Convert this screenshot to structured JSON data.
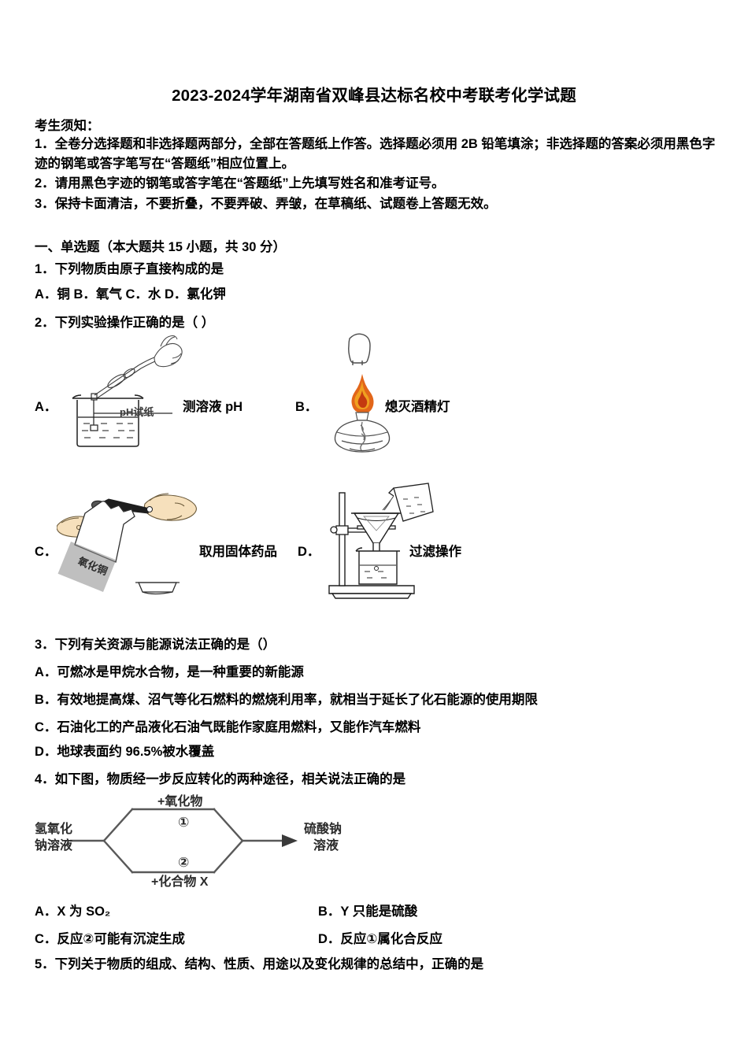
{
  "document": {
    "title": "2023-2024学年湖南省双峰县达标名校中考联考化学试题",
    "notice_heading": "考生须知：",
    "notices": [
      "1．全卷分选择题和非选择题两部分，全部在答题纸上作答。选择题必须用 2B 铅笔填涂；非选择题的答案必须用黑色字迹的钢笔或答字笔写在“答题纸”相应位置上。",
      "2．请用黑色字迹的钢笔或答字笔在“答题纸”上先填写姓名和准考证号。",
      "3．保持卡面清洁，不要折叠，不要弄破、弄皱，在草稿纸、试题卷上答题无效。"
    ],
    "section_heading": "一、单选题（本大题共 15 小题，共 30 分）"
  },
  "questions": [
    {
      "number": "1",
      "stem": "1．下列物质由原子直接构成的是",
      "options_inline": "A．铜   B．氧气   C．水   D．氯化钾"
    },
    {
      "number": "2",
      "stem": "2．下列实验操作正确的是（ ）",
      "figures": [
        {
          "label": "A．",
          "caption": "测溶液 pH",
          "annotation": "pH试纸",
          "figure_name": "beaker-ph-test-strip"
        },
        {
          "label": "B．",
          "caption": "熄灭酒精灯",
          "figure_name": "alcohol-lamp-extinguish"
        },
        {
          "label": "C．",
          "caption": "取用固体药品",
          "figure_name": "solid-reagent-handling"
        },
        {
          "label": "D．",
          "caption": "过滤操作",
          "figure_name": "filtration-setup"
        }
      ]
    },
    {
      "number": "3",
      "stem": "3．下列有关资源与能源说法正确的是（）",
      "options": [
        "A．可燃冰是甲烷水合物，是一种重要的新能源",
        "B．有效地提高煤、沼气等化石燃料的燃烧利用率，就相当于延长了化石能源的使用期限",
        "C．石油化工的产品液化石油气既能作家庭用燃料，又能作汽车燃料",
        "D．地球表面约 96.5%被水覆盖"
      ]
    },
    {
      "number": "4",
      "stem": "4．如下图，物质经一步反应转化的两种途径，相关说法正确的是",
      "diagram": {
        "start_label_line1": "氢氧化",
        "start_label_line2": "钠溶液",
        "top_path_label": "+氧化物",
        "top_path_number": "①",
        "bottom_path_number": "②",
        "bottom_path_label": "+化合物 X",
        "end_label_line1": "硫酸钠",
        "end_label_line2": "溶液"
      },
      "options_grid": [
        {
          "left": "A．X 为 SO₂",
          "right": "B．Y 只能是硫酸"
        },
        {
          "left": "C．反应②可能有沉淀生成",
          "right": "D．反应①属化合反应"
        }
      ]
    },
    {
      "number": "5",
      "stem": "5．下列关于物质的组成、结构、性质、用途以及变化规律的总结中，正确的是"
    }
  ],
  "colors": {
    "ink": "#000000",
    "diagram_line": "#4a4a4a",
    "flame_outer": "#e2661a",
    "flame_inner": "#f0a020",
    "flame_core": "#c43a10",
    "skin": "#f6e0bc",
    "glass": "#ffffff",
    "page_bg": "#ffffff"
  }
}
